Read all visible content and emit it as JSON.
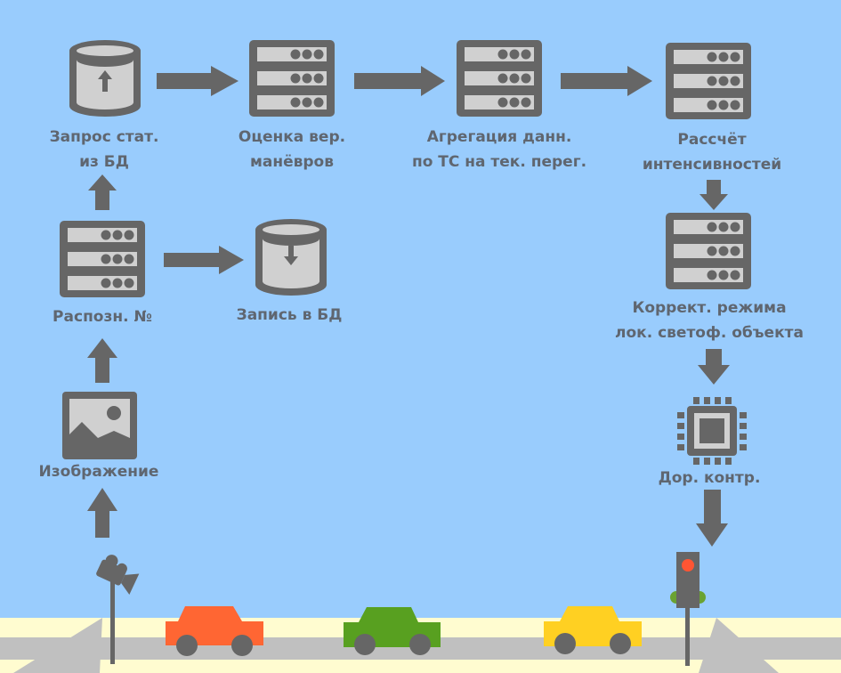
{
  "colors": {
    "sky": "#99ccfd",
    "icon": "#666666",
    "icon_fill": "#d0d0d0",
    "text": "#5f6670",
    "road_cream": "#fffcd0",
    "road_grey": "#c0c0c0",
    "car_red": "#ff6633",
    "car_green": "#58a020",
    "car_yellow": "#ffd022",
    "light_red": "#ff5533",
    "light_green": "#6aa232"
  },
  "nodes": {
    "db_query": {
      "label_line1": "Запрос стат.",
      "label_line2": "из БД",
      "icon": "database-upload-icon"
    },
    "maneuver_eval": {
      "label_line1": "Оценка вер.",
      "label_line2": "манёвров",
      "icon": "server-icon"
    },
    "aggregation": {
      "label_line1": "Агрегация данн.",
      "label_line2": "по ТС на тек. перег.",
      "icon": "server-icon"
    },
    "intensity": {
      "label_line1": "Рассчёт",
      "label_line2": "интенсивностей",
      "icon": "server-icon"
    },
    "recognition": {
      "label_line1": "Распозн. №",
      "icon": "server-icon"
    },
    "db_write": {
      "label_line1": "Запись в БД",
      "icon": "database-download-icon"
    },
    "mode_correction": {
      "label_line1": "Коррект. режима",
      "label_line2": "лок. светоф. объекта",
      "icon": "server-icon"
    },
    "image": {
      "label_line1": "Изображение",
      "icon": "image-icon"
    },
    "road_controller": {
      "label_line1": "Дор. контр.",
      "icon": "chip-icon"
    }
  },
  "scene": {
    "camera": "camera-icon",
    "traffic_light": "traffic-light-icon",
    "cars": [
      "red",
      "green",
      "yellow"
    ]
  }
}
